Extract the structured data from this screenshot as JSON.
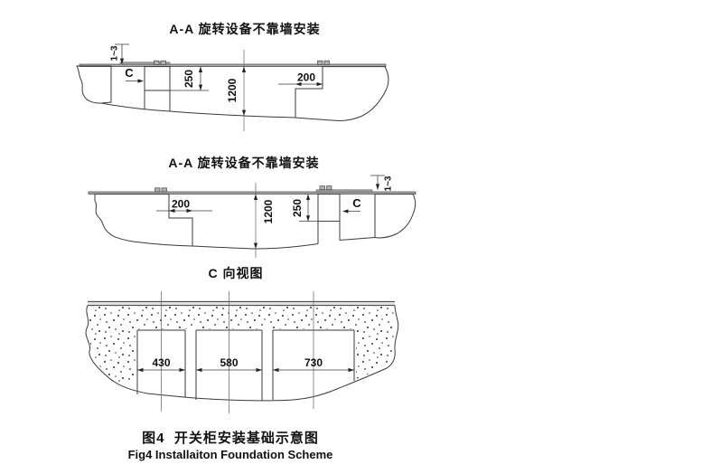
{
  "views": {
    "view1": {
      "title": "A-A 旋转设备不靠墙安装",
      "dims": {
        "protrusion": "1~3",
        "section_label": "C",
        "pier_depth": "250",
        "foundation_depth": "1200",
        "step_width": "200"
      }
    },
    "view2": {
      "title": "A-A 旋转设备不靠墙安装",
      "dims": {
        "protrusion": "1~3",
        "section_label": "C",
        "pier_depth": "250",
        "foundation_depth": "1200",
        "step_width": "200"
      }
    },
    "view3": {
      "title": "C 向视图",
      "dims": {
        "opening1_width": "430",
        "opening2_width": "580",
        "opening3_width": "730"
      }
    }
  },
  "caption": {
    "zh": "图4  开关柜安装基础示意图",
    "en": "Fig4 Installaiton Foundation Scheme"
  },
  "colors": {
    "line": "#3a3a3a",
    "steel": "#ababab",
    "background": "#ffffff"
  }
}
